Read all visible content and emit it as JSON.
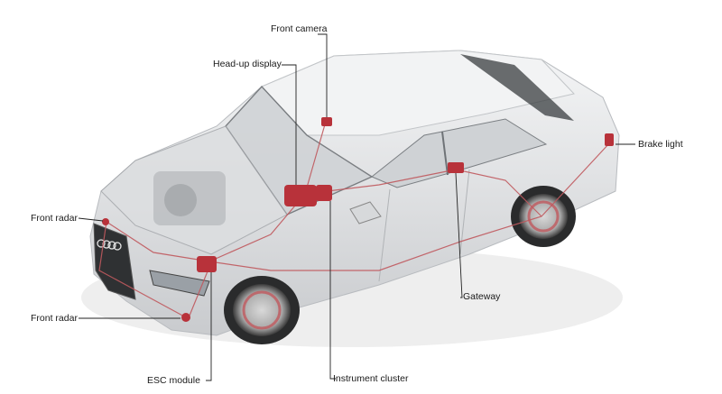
{
  "labels": {
    "front_camera": "Front camera",
    "head_up_display": "Head-up display",
    "brake_light": "Brake light",
    "front_radar_upper": "Front radar",
    "front_radar_lower": "Front radar",
    "gateway": "Gateway",
    "esc_module": "ESC module",
    "instrument_cluster": "Instrument cluster"
  },
  "colors": {
    "component": "#b8323a",
    "wiring": "#c0595e",
    "body": "#e7e8ea",
    "leader": "#222222"
  }
}
